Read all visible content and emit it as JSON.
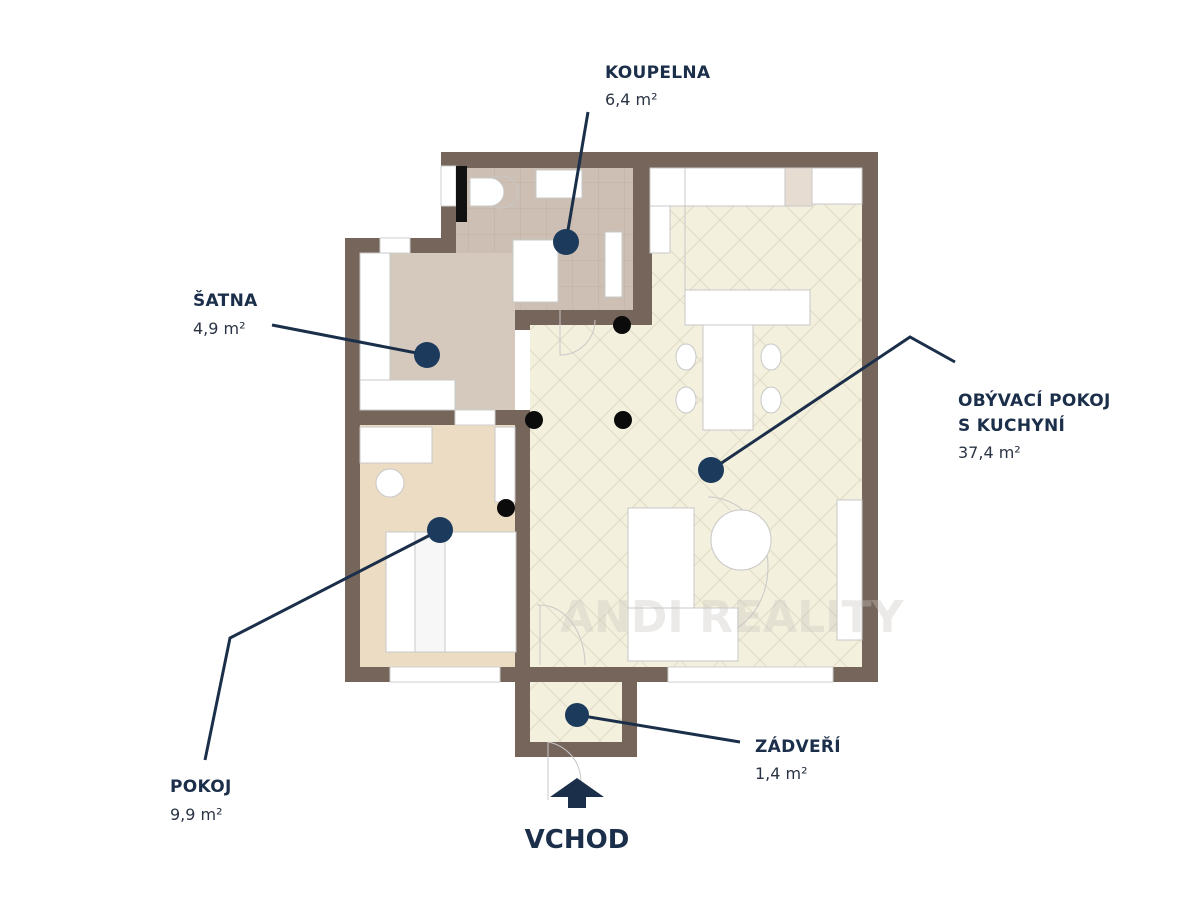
{
  "rooms": [
    {
      "id": "koupelna",
      "name": "KOUPELNA",
      "area": "6,4 m²"
    },
    {
      "id": "satna",
      "name": "ŠATNA",
      "area": "4,9 m²"
    },
    {
      "id": "obyvaci",
      "name_line1": "OBÝVACÍ POKOJ",
      "name_line2": "S KUCHYNÍ",
      "area": "37,4 m²"
    },
    {
      "id": "pokoj",
      "name": "POKOJ",
      "area": "9,9 m²"
    },
    {
      "id": "zadveri",
      "name": "ZÁDVEŘÍ",
      "area": "1,4 m²"
    }
  ],
  "entrance": {
    "label": "VCHOD"
  },
  "watermark": "ANDI REALITY",
  "colors": {
    "wall": "#76655b",
    "marker": "#1b3a5c",
    "floor_living": "#f3f0dd",
    "floor_bath": "#cdbfb3",
    "floor_closet": "#d5c9bd",
    "floor_bedroom": "#ecdcc3"
  }
}
